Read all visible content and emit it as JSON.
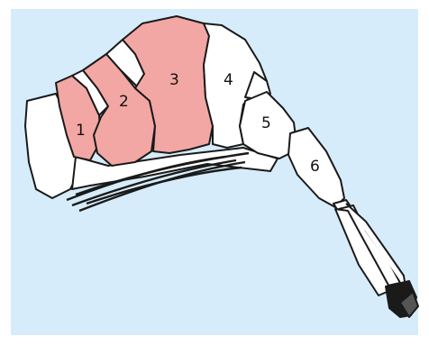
{
  "colors": {
    "background": "#d6ecfa",
    "frame": "#ffffff",
    "highlight_segment": "#f2a7a4",
    "plain_segment": "#ffffff",
    "outline": "#1a1a1a"
  },
  "segments": [
    {
      "id": "1",
      "label": "1",
      "highlighted": true
    },
    {
      "id": "2",
      "label": "2",
      "highlighted": true
    },
    {
      "id": "3",
      "label": "3",
      "highlighted": true
    },
    {
      "id": "4",
      "label": "4",
      "highlighted": false
    },
    {
      "id": "5",
      "label": "5",
      "highlighted": false
    },
    {
      "id": "6",
      "label": "6",
      "highlighted": false
    }
  ]
}
